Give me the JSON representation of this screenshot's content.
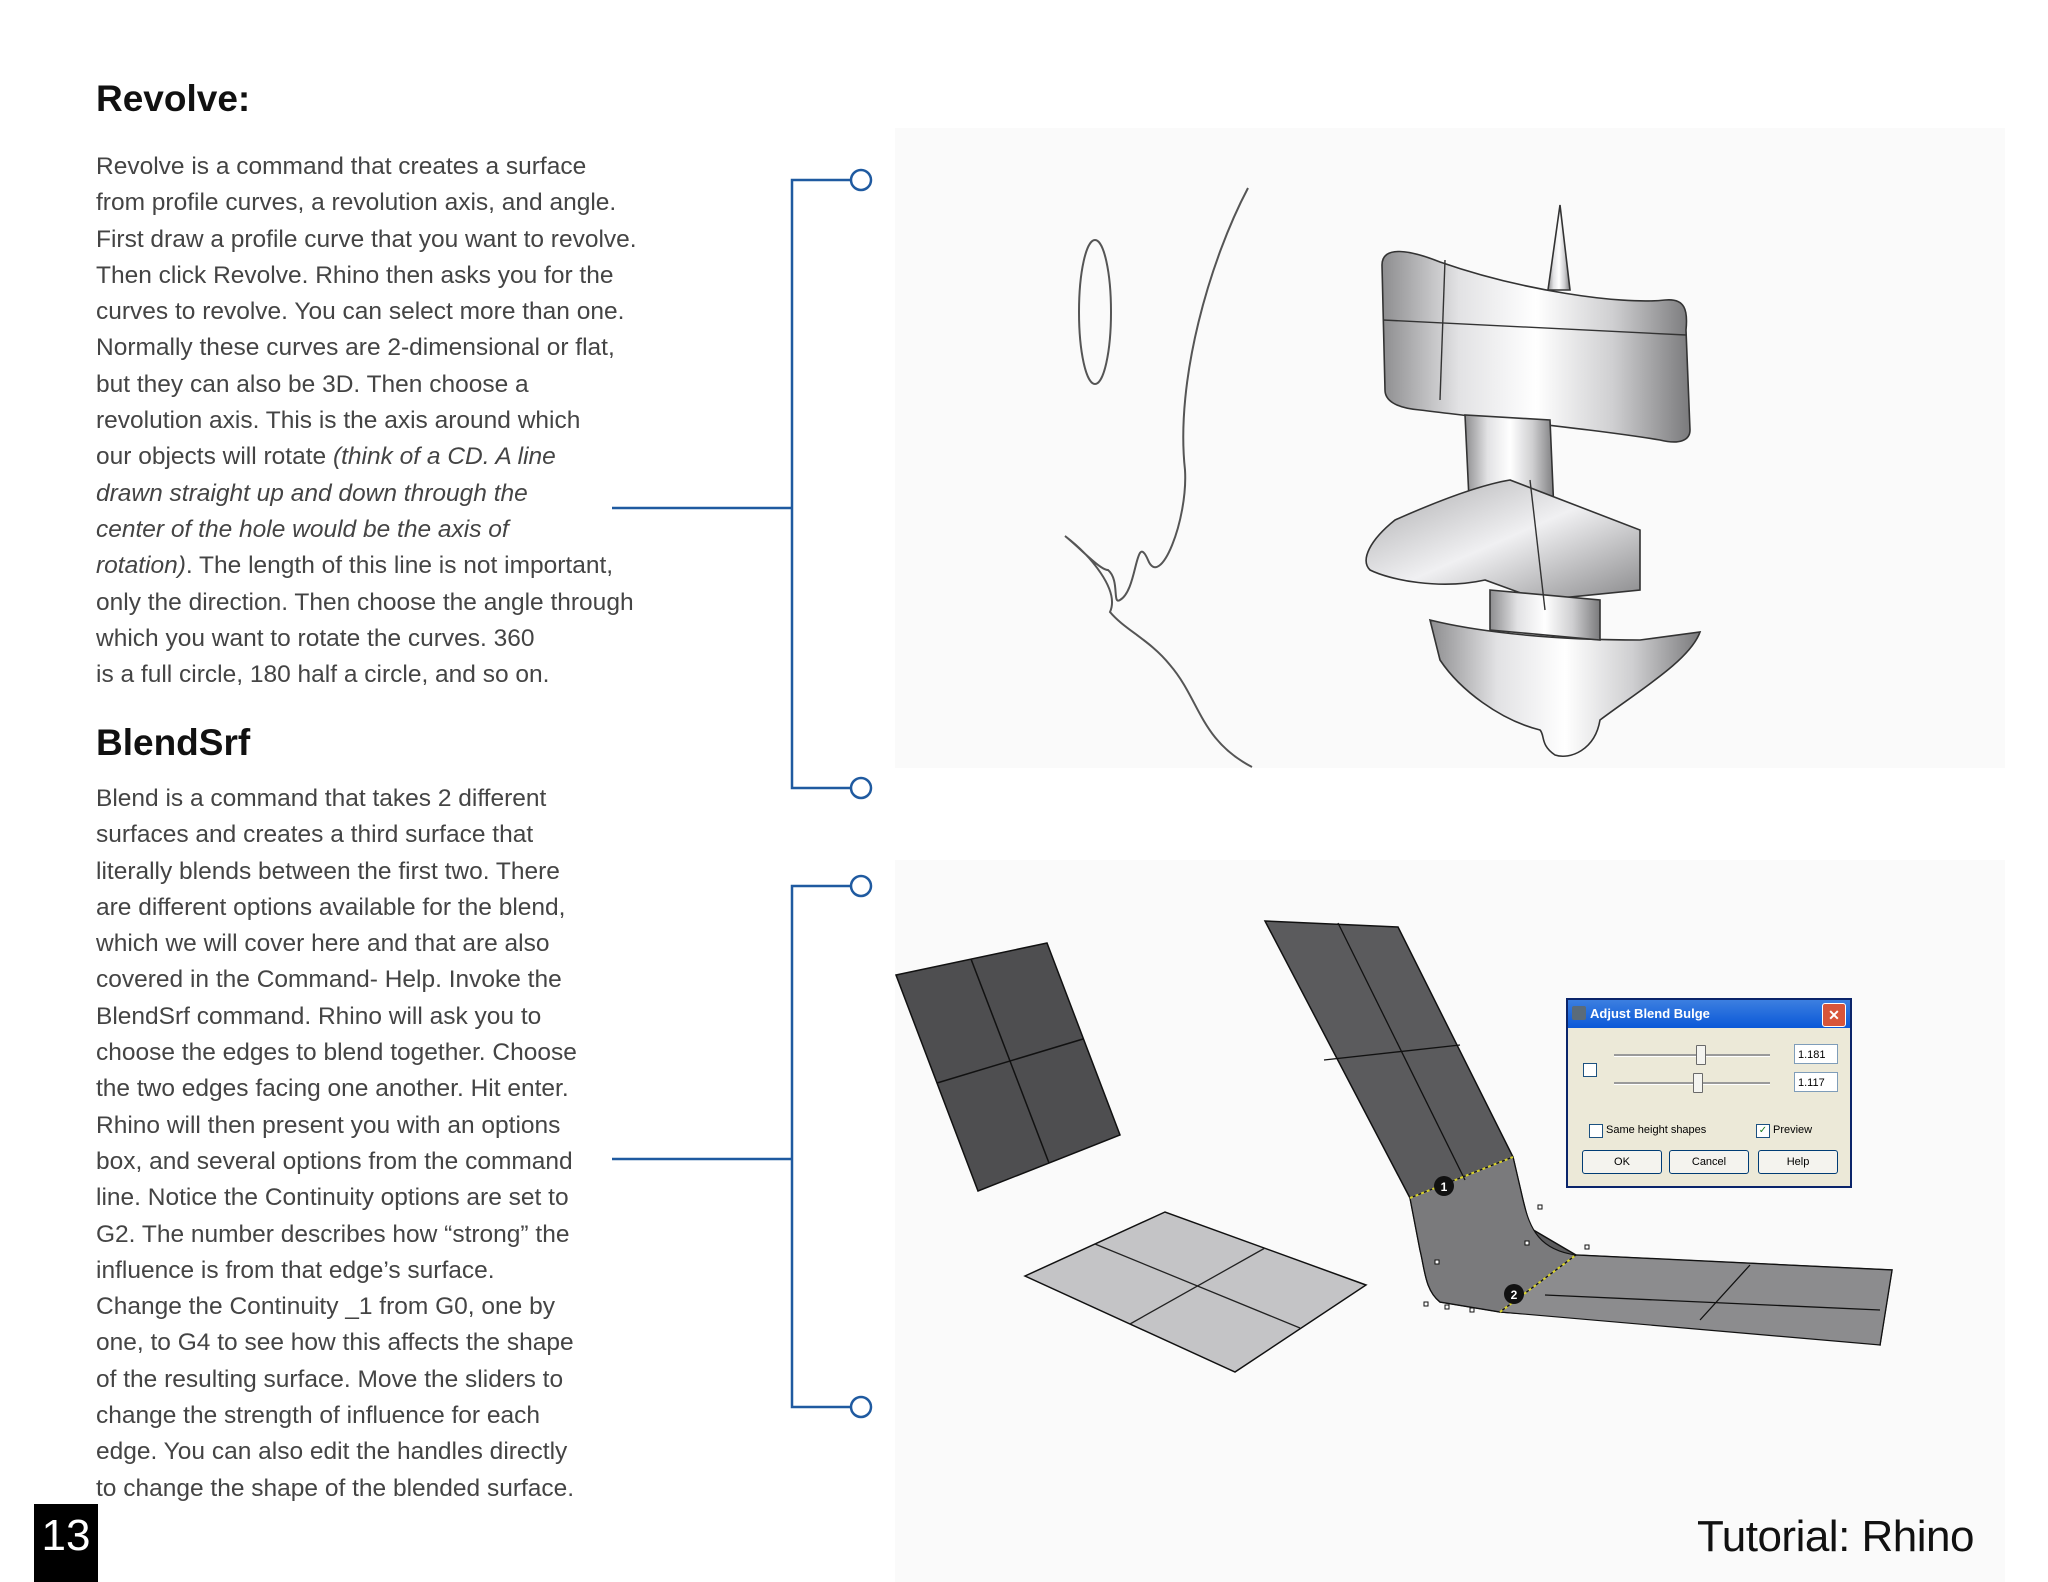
{
  "revolve": {
    "heading": "Revolve:",
    "lines": [
      "  Revolve is a command that creates a surface",
      "from profile curves, a revolution axis, and angle.",
      "First draw a profile curve that you want to  revolve.",
      "Then click Revolve. Rhino then asks you for the",
      "curves to revolve. You can select  more than one.",
      "Normally these curves are  2-dimensional or flat,",
      "but they can also be 3D. Then choose a",
      "revolution axis. This is the axis around which"
    ],
    "line9_normal": "our objects will rotate ",
    "line9_italic": "(think of a CD. A line",
    "italic_lines": [
      "drawn straight up and down through the",
      "center of the hole would be the axis of"
    ],
    "line12_italic": "rotation)",
    "line12_normal": ".  The length of this line is not important,",
    "tail_lines": [
      "only the direction. Then choose the angle through",
      "which you want to rotate the curves. 360",
      "is a full circle, 180 half a circle, and so on."
    ]
  },
  "blend": {
    "heading": "BlendSrf",
    "lines": [
      "  Blend is a command that takes 2 different",
      "surfaces  and creates a third surface that",
      "literally  blends  between the first two. There",
      "are different  options available for the blend,",
      "which we  will cover here and that are also",
      "covered in  the Command- Help. Invoke the",
      "BlendSrf  command. Rhino will ask you to",
      "choose the edges to blend together. Choose",
      "the two edges facing one another. Hit enter.",
      "Rhino will then present you with an options",
      "box, and several options from the command",
      "line. Notice the Continuity options are set to",
      "G2. The number describes how “strong” the",
      "influence is from that edge’s surface.",
      "Change the Continuity _1 from G0, one by",
      "one, to G4 to see how this affects the shape",
      "of the resulting surface. Move the sliders to",
      "change the strength of influence for each",
      "edge. You can also edit the handles directly",
      "to change the shape of the blended surface."
    ]
  },
  "dialog": {
    "title": "Adjust Blend Bulge",
    "value1": "1.181",
    "value2": "1.117",
    "same_height_label": "Same height shapes",
    "preview_label": "Preview",
    "ok_label": "OK",
    "cancel_label": "Cancel",
    "help_label": "Help",
    "close_glyph": "✕",
    "check_glyph": "✓"
  },
  "markers": {
    "one": "1",
    "two": "2"
  },
  "footer": {
    "page_number": "13",
    "title": "Tutorial: Rhino"
  },
  "colors": {
    "bracket": "#1f5aa0",
    "dark_surface": "#4e4e50",
    "light_surface": "#c4c4c6"
  }
}
